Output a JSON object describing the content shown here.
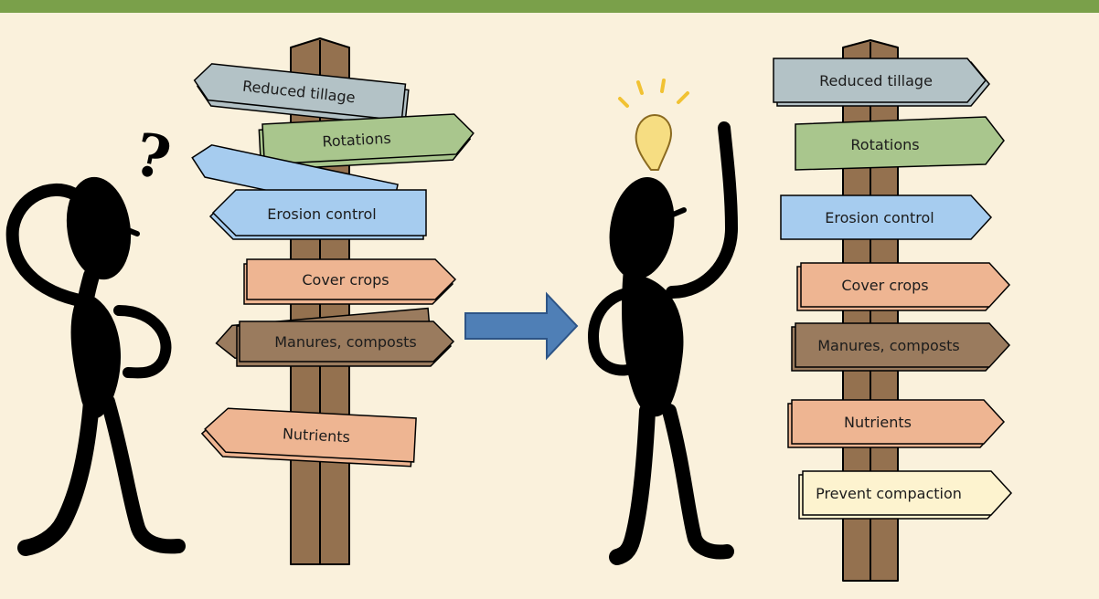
{
  "colors": {
    "background": "#faf1dc",
    "top_bar": "#7aa04a",
    "post": "#94714f",
    "arrow": "#4f7fb6",
    "sign_gray": "#b3c2c6",
    "sign_green": "#a9c68d",
    "sign_blue": "#a6ccef",
    "sign_salmon": "#eeb592",
    "sign_brown": "#9a7b5e",
    "sign_cream": "#fdf3cf",
    "bulb": "#f6dd82",
    "figure": "#000000"
  },
  "left_scene": {
    "thought_mark": "?",
    "signs": [
      {
        "label": "Reduced tillage",
        "color": "sign_gray",
        "direction": "left"
      },
      {
        "label": "Rotations",
        "color": "sign_green",
        "direction": "right"
      },
      {
        "label": "",
        "color": "sign_blue",
        "direction": "left"
      },
      {
        "label": "Erosion control",
        "color": "sign_blue",
        "direction": "left"
      },
      {
        "label": "Cover crops",
        "color": "sign_salmon",
        "direction": "right"
      },
      {
        "label": "",
        "color": "sign_brown",
        "direction": "left"
      },
      {
        "label": "Manures, composts",
        "color": "sign_brown",
        "direction": "right"
      },
      {
        "label": "Nutrients",
        "color": "sign_salmon",
        "direction": "left"
      }
    ]
  },
  "right_scene": {
    "signs": [
      {
        "label": "Reduced tillage",
        "color": "sign_gray",
        "direction": "right"
      },
      {
        "label": "Rotations",
        "color": "sign_green",
        "direction": "right"
      },
      {
        "label": "Erosion control",
        "color": "sign_blue",
        "direction": "right"
      },
      {
        "label": "Cover crops",
        "color": "sign_salmon",
        "direction": "right"
      },
      {
        "label": "Manures, composts",
        "color": "sign_brown",
        "direction": "right"
      },
      {
        "label": "Nutrients",
        "color": "sign_salmon",
        "direction": "right"
      },
      {
        "label": "Prevent compaction",
        "color": "sign_cream",
        "direction": "right"
      }
    ]
  }
}
